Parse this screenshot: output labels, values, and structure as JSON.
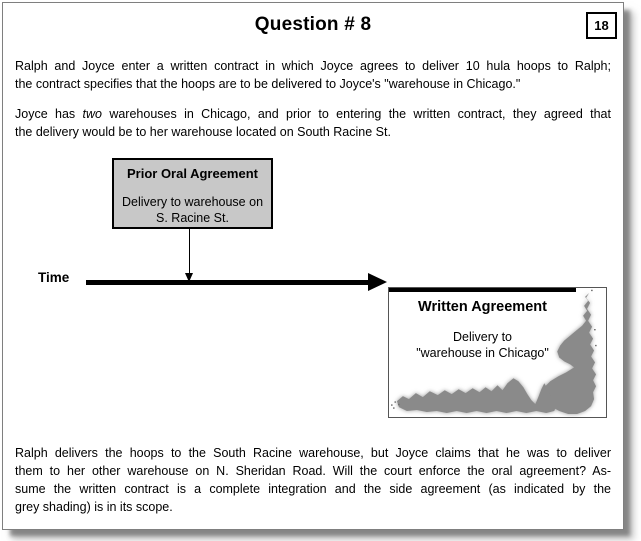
{
  "header": {
    "title": "Question # 8",
    "slide_number": "18"
  },
  "paragraphs": {
    "p1": {
      "lines": [
        "Ralph and Joyce enter a written contract in which Joyce agrees to deliver 10 hula hoops to Ralph;",
        "the contract specifies that the hoops are to be delivered to Joyce's \"warehouse in Chicago.\""
      ]
    },
    "p2": {
      "line1_prefix": "Joyce has ",
      "line1_italic": "two",
      "line1_suffix": " warehouses in Chicago, and prior to entering the written contract, they agreed that",
      "line2": "the delivery would be to her warehouse located on South Racine St."
    },
    "p3": {
      "lines": [
        "Ralph delivers the hoops to the South Racine warehouse, but Joyce claims that he was to deliver",
        "them to her other warehouse on N. Sheridan Road. Will the court enforce the oral agreement? As-",
        "sume the written contract is a complete integration and the side agreement (as indicated by the",
        "grey shading) is in its scope."
      ]
    }
  },
  "diagram": {
    "time_label": "Time",
    "oral_box": {
      "title": "Prior Oral Agreement",
      "line1": "Delivery to warehouse on",
      "line2": "S. Racine St."
    },
    "written_box": {
      "title": "Written Agreement",
      "line1": "Delivery to",
      "line2": "\"warehouse in Chicago\""
    },
    "colors": {
      "oral_box_fill": "#c8c8c8",
      "torn_shading": "#8a8a8a",
      "line_color": "#000000"
    }
  }
}
